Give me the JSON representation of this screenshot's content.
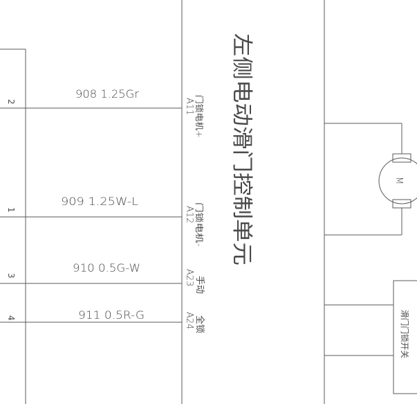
{
  "pins": [
    {
      "number": "2",
      "wire": "908 1.25Gr",
      "terminal": "A11",
      "signal": "门锁电机+"
    },
    {
      "number": "1",
      "wire": "909 1.25W-L",
      "terminal": "A12",
      "signal": "门锁电机-"
    },
    {
      "number": "3",
      "wire": "910 0.5G-W",
      "terminal": "A23",
      "signal": "手动"
    },
    {
      "number": "4",
      "wire": "911 0.5R-G",
      "terminal": "A24",
      "signal": "全锁"
    }
  ],
  "unit_title": "左侧电动滑门控制单元",
  "motor_symbol": "M",
  "switch_label": "滑门门锁开关"
}
